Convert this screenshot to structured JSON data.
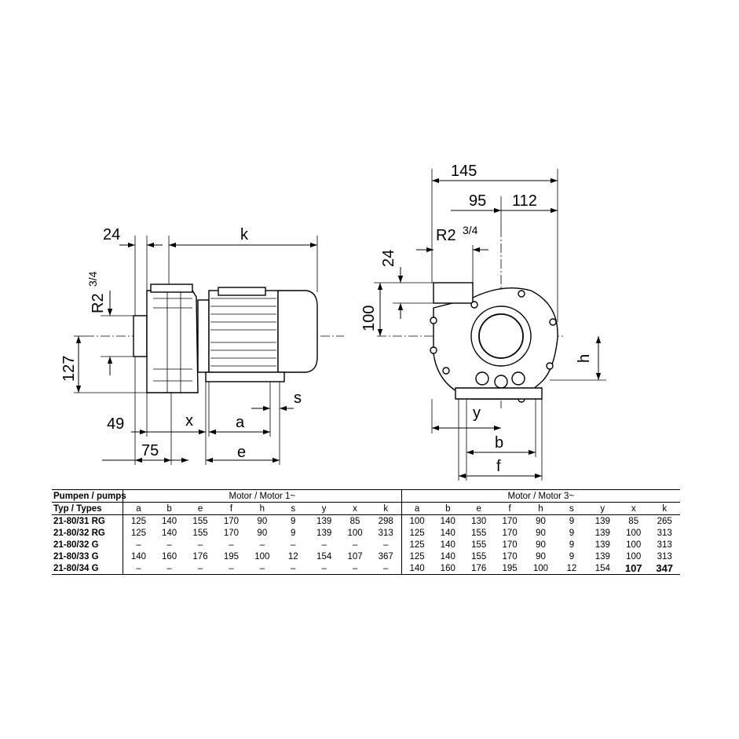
{
  "side_view": {
    "dim_24": "24",
    "dim_k": "k",
    "dim_r2": "R2",
    "dim_r2_fraction": "3/4",
    "dim_127": "127",
    "dim_49": "49",
    "dim_x": "x",
    "dim_a": "a",
    "dim_s": "s",
    "dim_75": "75",
    "dim_e": "e"
  },
  "front_view": {
    "dim_145": "145",
    "dim_95": "95",
    "dim_112": "112",
    "dim_r2": "R2",
    "dim_r2_fraction": "3/4",
    "dim_24": "24",
    "dim_100": "100",
    "dim_h": "h",
    "dim_y": "y",
    "dim_b": "b",
    "dim_f": "f"
  },
  "table": {
    "pumps_label": "Pumpen / pumps",
    "types_label": "Typ / Types",
    "motor1_label": "Motor / Motor 1~",
    "motor3_label": "Motor / Motor 3~",
    "columns": [
      "a",
      "b",
      "e",
      "f",
      "h",
      "s",
      "y",
      "x",
      "k"
    ],
    "rows": [
      {
        "type": "21-80/31 RG",
        "m1": [
          "125",
          "140",
          "155",
          "170",
          "90",
          "9",
          "139",
          "85",
          "298"
        ],
        "m3": [
          "100",
          "140",
          "130",
          "170",
          "90",
          "9",
          "139",
          "85",
          "265"
        ]
      },
      {
        "type": "21-80/32 RG",
        "m1": [
          "125",
          "140",
          "155",
          "170",
          "90",
          "9",
          "139",
          "100",
          "313"
        ],
        "m3": [
          "125",
          "140",
          "155",
          "170",
          "90",
          "9",
          "139",
          "100",
          "313"
        ]
      },
      {
        "type": "21-80/32 G",
        "m1": [
          "–",
          "–",
          "–",
          "–",
          "–",
          "–",
          "–",
          "–",
          "–"
        ],
        "m3": [
          "125",
          "140",
          "155",
          "170",
          "90",
          "9",
          "139",
          "100",
          "313"
        ]
      },
      {
        "type": "21-80/33 G",
        "m1": [
          "140",
          "160",
          "176",
          "195",
          "100",
          "12",
          "154",
          "107",
          "367"
        ],
        "m3": [
          "125",
          "140",
          "155",
          "170",
          "90",
          "9",
          "139",
          "100",
          "313"
        ]
      },
      {
        "type": "21-80/34 G",
        "m1": [
          "–",
          "–",
          "–",
          "–",
          "–",
          "–",
          "–",
          "–",
          "–"
        ],
        "m3": [
          "140",
          "160",
          "176",
          "195",
          "100",
          "12",
          "154",
          "107",
          "347"
        ]
      }
    ]
  }
}
